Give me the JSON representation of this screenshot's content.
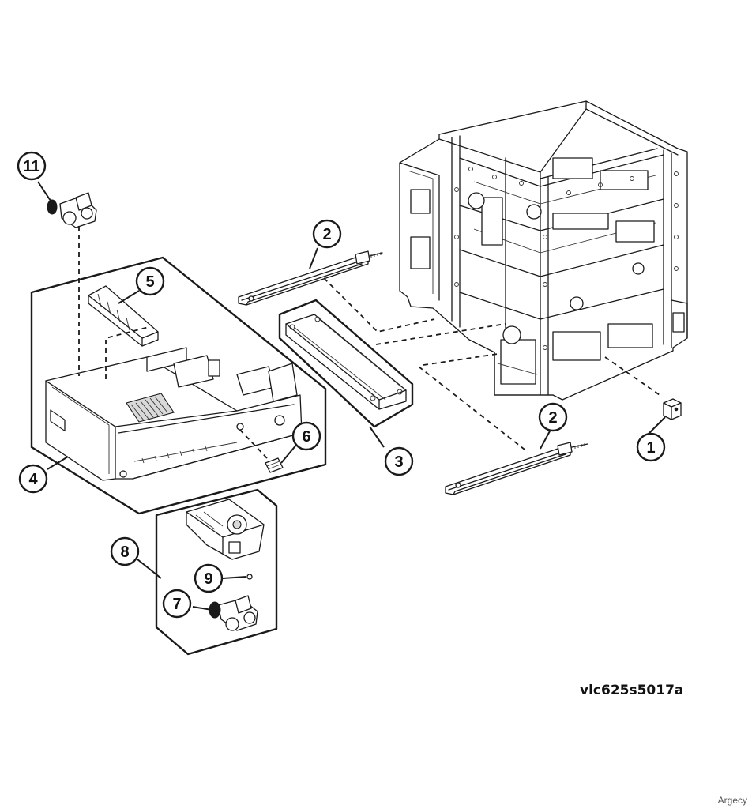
{
  "figure_id": "vlc625s5017a",
  "credit": "Argecy",
  "callouts": [
    "11",
    "2",
    "5",
    "3",
    "6",
    "4",
    "1",
    "2",
    "8",
    "9",
    "7"
  ]
}
